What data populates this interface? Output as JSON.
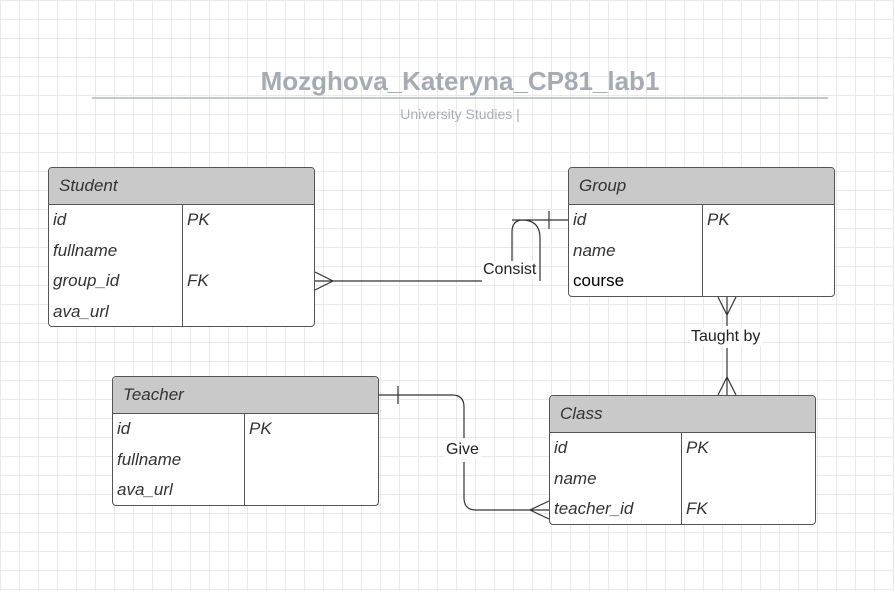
{
  "diagram": {
    "title": "Mozghova_Kateryna_CP81_lab1",
    "subtitle": "University Studies  |"
  },
  "entities": {
    "student": {
      "name": "Student",
      "fields": [
        {
          "name": "id",
          "key": "PK"
        },
        {
          "name": "fullname",
          "key": ""
        },
        {
          "name": "group_id",
          "key": "FK"
        },
        {
          "name": "ava_url",
          "key": ""
        }
      ]
    },
    "group": {
      "name": "Group",
      "fields": [
        {
          "name": "id",
          "key": "PK"
        },
        {
          "name": "name",
          "key": ""
        },
        {
          "name": "course",
          "key": ""
        }
      ]
    },
    "teacher": {
      "name": "Teacher",
      "fields": [
        {
          "name": "id",
          "key": "PK"
        },
        {
          "name": "fullname",
          "key": ""
        },
        {
          "name": "ava_url",
          "key": ""
        }
      ]
    },
    "class": {
      "name": "Class",
      "fields": [
        {
          "name": "id",
          "key": "PK"
        },
        {
          "name": "name",
          "key": ""
        },
        {
          "name": "teacher_id",
          "key": "FK"
        }
      ]
    }
  },
  "relationships": {
    "consist": {
      "label": "Consist",
      "from": "Student",
      "to": "Group",
      "from_cardinality": "many",
      "to_cardinality": "one"
    },
    "taught_by": {
      "label": "Taught by",
      "from": "Group",
      "to": "Class",
      "from_cardinality": "many",
      "to_cardinality": "many"
    },
    "give": {
      "label": "Give",
      "from": "Teacher",
      "to": "Class",
      "from_cardinality": "one",
      "to_cardinality": "many"
    }
  },
  "colors": {
    "header_fill": "#c9c9c9",
    "border": "#555555",
    "title": "#a5abb5",
    "grid": "#e9e9e9"
  }
}
